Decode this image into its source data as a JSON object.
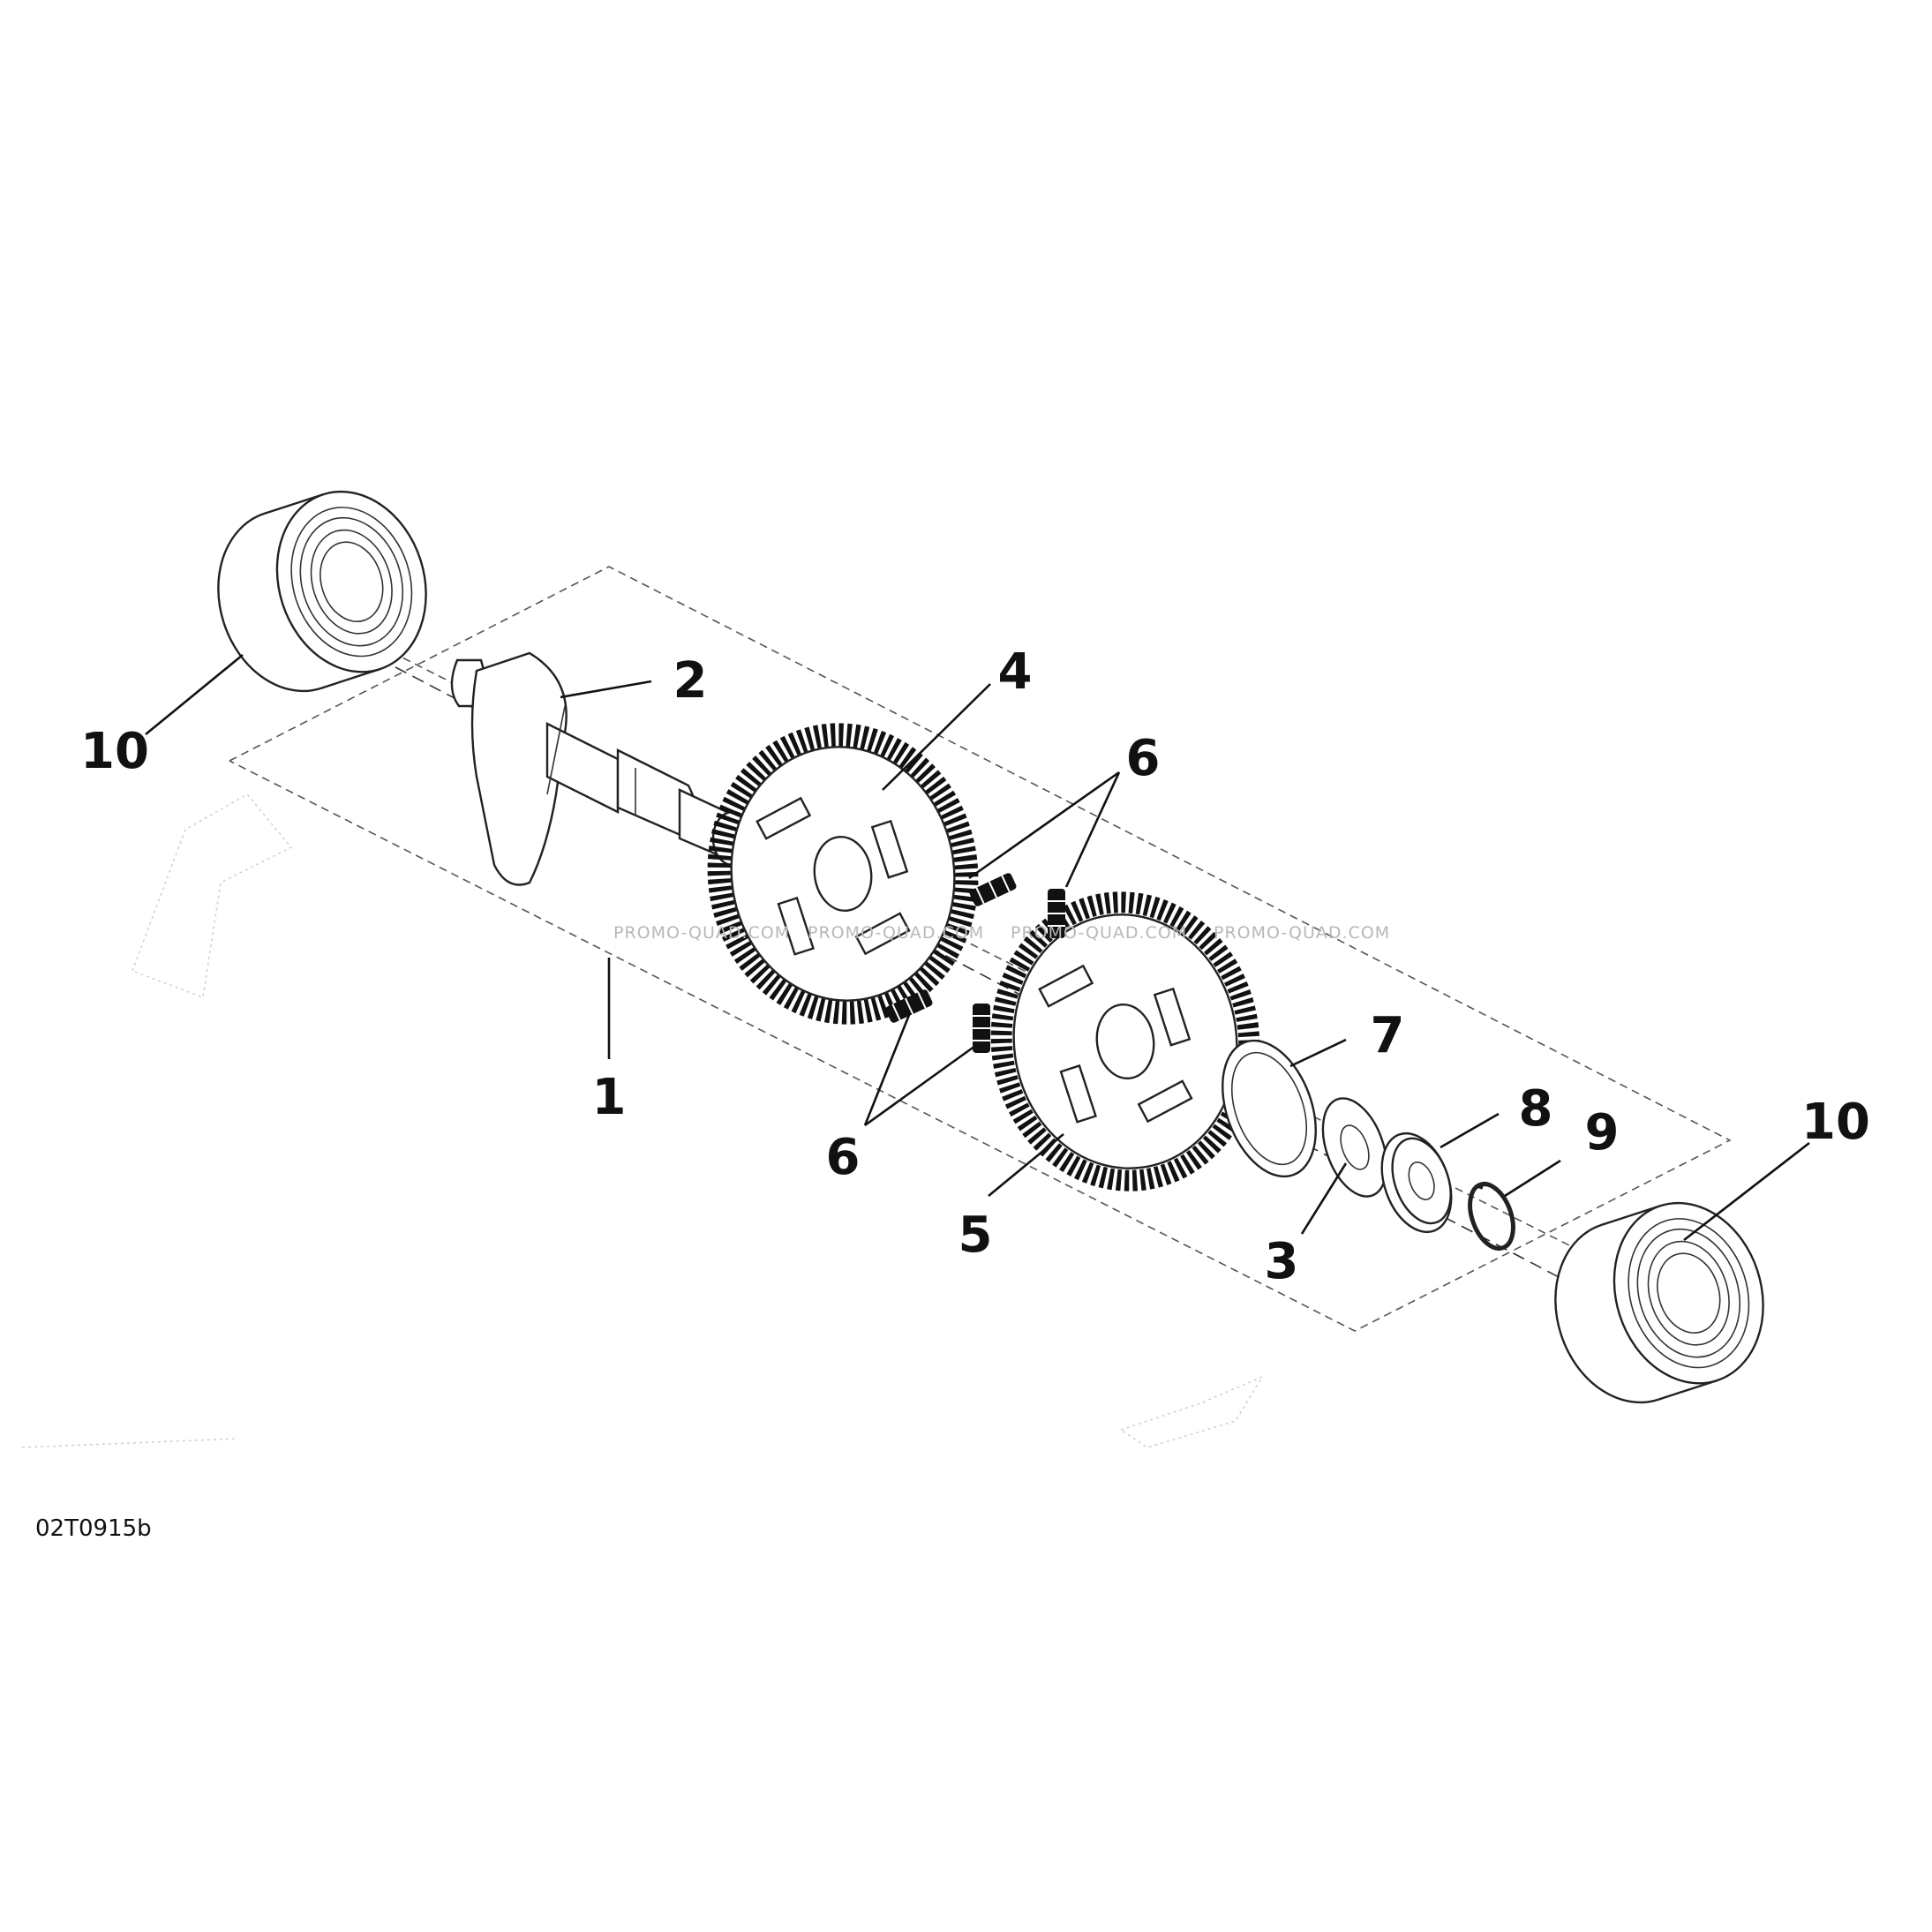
{
  "figure": {
    "code": "02T0915b",
    "watermark": "PROMO-QUAD.COM"
  },
  "callouts": {
    "c1": "1",
    "c2": "2",
    "c3": "3",
    "c4": "4",
    "c5": "5",
    "c6a": "6",
    "c6b": "6",
    "c7": "7",
    "c8": "8",
    "c9": "9",
    "c10a": "10",
    "c10b": "10"
  },
  "colors": {
    "line": "#111111",
    "dashed_outline": "#555555",
    "watermark": "#b8b8b8",
    "background": "#ffffff"
  }
}
